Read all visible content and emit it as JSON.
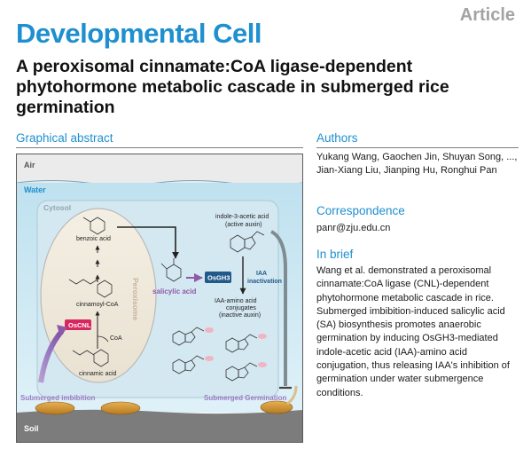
{
  "header": {
    "article_label": "Article",
    "journal": "Developmental Cell",
    "title": "A peroxisomal cinnamate:CoA ligase-dependent phytohormone metabolic cascade in submerged rice germination"
  },
  "graphical_abstract": {
    "heading": "Graphical abstract",
    "labels": {
      "air": "Air",
      "water": "Water",
      "cytosol": "Cytosol",
      "peroxisome": "Peroxisome",
      "soil": "Soil",
      "benzoic_acid": "benzoic acid",
      "cinnamoyl_coa": "cinnamoyl-CoA",
      "cinnamic_acid": "cinnamic acid",
      "oscnl": "OsCNL",
      "coa": "CoA",
      "salicylic_acid": "salicylic acid",
      "osgh3": "OsGH3",
      "iaa_inactivation_1": "IAA",
      "iaa_inactivation_2": "inactivation",
      "iaa_line1": "indole-3-acetic acid",
      "iaa_line2": "(active auxin)",
      "conj_line1": "IAA-amino acid",
      "conj_line2": "conjugates",
      "conj_line3": "(inactive auxin)",
      "submerged_imbibition": "Submerged imbibition",
      "submerged_germination": "Submerged Germination"
    },
    "colors": {
      "water": "#cfe9f3",
      "air": "#e9e9e9",
      "soil": "#7a7a7a",
      "accent_blue": "#1e8fcf",
      "purple": "#8e5aa8",
      "oscnl_fill": "#d8265f",
      "osgh3_fill": "#21598a"
    }
  },
  "authors": {
    "heading": "Authors",
    "text": "Yukang Wang, Gaochen Jin, Shuyan Song, ..., Jian-Xiang Liu, Jianping Hu, Ronghui Pan"
  },
  "correspondence": {
    "heading": "Correspondence",
    "email": "panr@zju.edu.cn"
  },
  "in_brief": {
    "heading": "In brief",
    "text": "Wang et al. demonstrated a peroxisomal cinnamate:CoA ligase (CNL)-dependent phytohormone metabolic cascade in rice. Submerged imbibition-induced salicylic acid (SA) biosynthesis promotes anaerobic germination by inducing OsGH3-mediated indole-acetic acid (IAA)-amino acid conjugation, thus releasing IAA's inhibition of germination under water submergence conditions."
  }
}
